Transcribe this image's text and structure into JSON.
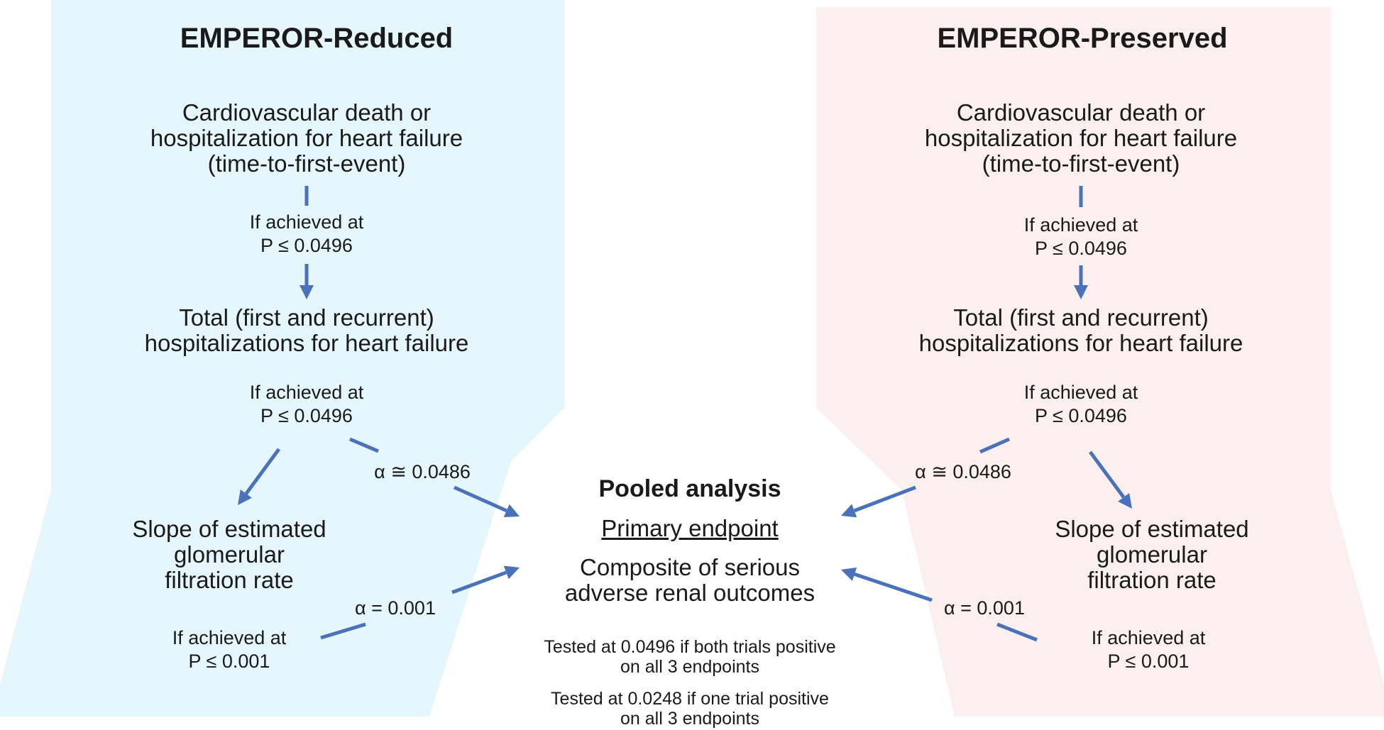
{
  "colors": {
    "left_panel": "#e6f6fd",
    "right_panel": "#fcefef",
    "arrow": "#4a72bb",
    "text": "#1a1a1a"
  },
  "left": {
    "title": "EMPEROR-Reduced",
    "endpoint1": [
      "Cardiovascular death or",
      "hospitalization for heart failure",
      "(time-to-first-event)"
    ],
    "cond1": [
      "If achieved at",
      "P ≤  0.0496"
    ],
    "endpoint2": [
      "Total (first and recurrent)",
      "hospitalizations for heart failure"
    ],
    "cond2": [
      "If achieved at",
      "P ≤ 0.0496"
    ],
    "alpha_high": "α ≅ 0.0486",
    "endpoint3": [
      "Slope of estimated",
      "glomerular",
      "filtration rate"
    ],
    "alpha_low": "α = 0.001",
    "cond3": [
      "If achieved at",
      "P ≤ 0.001"
    ]
  },
  "right": {
    "title": "EMPEROR-Preserved",
    "endpoint1": [
      "Cardiovascular death or",
      "hospitalization for heart failure",
      "(time-to-first-event)"
    ],
    "cond1": [
      "If achieved at",
      "P ≤ 0.0496"
    ],
    "endpoint2": [
      "Total (first and recurrent)",
      "hospitalizations for heart failure"
    ],
    "cond2": [
      "If achieved at",
      "P ≤ 0.0496"
    ],
    "alpha_high": "α ≅ 0.0486",
    "endpoint3": [
      "Slope of estimated",
      "glomerular",
      "filtration rate"
    ],
    "alpha_low": "α = 0.001",
    "cond3": [
      "If achieved at",
      "P ≤ 0.001"
    ]
  },
  "center": {
    "title": "Pooled analysis",
    "subtitle": "Primary endpoint",
    "outcome": [
      "Composite of serious",
      "adverse renal outcomes"
    ],
    "note1": [
      "Tested at 0.0496 if both trials positive",
      "on all 3 endpoints"
    ],
    "note2": [
      "Tested at 0.0248 if one trial positive",
      "on all 3 endpoints"
    ]
  }
}
